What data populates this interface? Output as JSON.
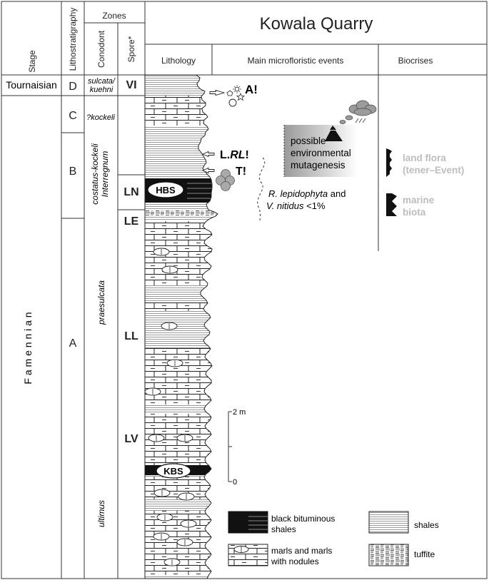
{
  "header": {
    "zones": "Zones",
    "title": "Kowala Quarry",
    "stage": "Stage",
    "lithostratigraphy": "Lithostratigraphy",
    "conodont": "Conodont",
    "spore": "Spore*",
    "lithology": "Lithology",
    "events": "Main microfloristic events",
    "biocrises": "Biocrises"
  },
  "stages": {
    "tournaisian": "Tournaisian",
    "famennian": "F a m e n n i a n"
  },
  "litho_units": [
    "D",
    "C",
    "B",
    "A"
  ],
  "conodont_zones": {
    "sulcata_1": "sulcata/",
    "sulcata_2": "kuehni",
    "kockeli": "?kockeli",
    "interregnum_1": "costatus-kockeli",
    "interregnum_2": "Interregnum",
    "praesulcata": "praesulcata",
    "ultimus": "ultimus"
  },
  "spore_zones": [
    "VI",
    "LN",
    "LE",
    "LL",
    "LV"
  ],
  "beds": {
    "hbs": "HBS",
    "kbs": "KBS"
  },
  "events": {
    "a": "A!",
    "l_prefix": "L.",
    "l_rl": "RL",
    "l_suffix": "!",
    "t": "T!",
    "r_lepidophyta": "R. lepidophyta",
    "and": " and",
    "v_nitidus": "V. nitidus",
    "v_suffix": " <1%",
    "mutagenesis_1": "possible",
    "mutagenesis_2": "environmental",
    "mutagenesis_3": "mutagenesis"
  },
  "biocrises": {
    "land_1": "land flora",
    "land_2": "(tener–Event)",
    "marine_1": "marine",
    "marine_2": "biota"
  },
  "scale": {
    "top": "2 m",
    "bottom": "0"
  },
  "legend": {
    "black_shales_1": "black bituminous",
    "black_shales_2": "shales",
    "marls_1": "marls and marls",
    "marls_2": "with nodules",
    "shales": "shales",
    "tuffite": "tuffite"
  }
}
